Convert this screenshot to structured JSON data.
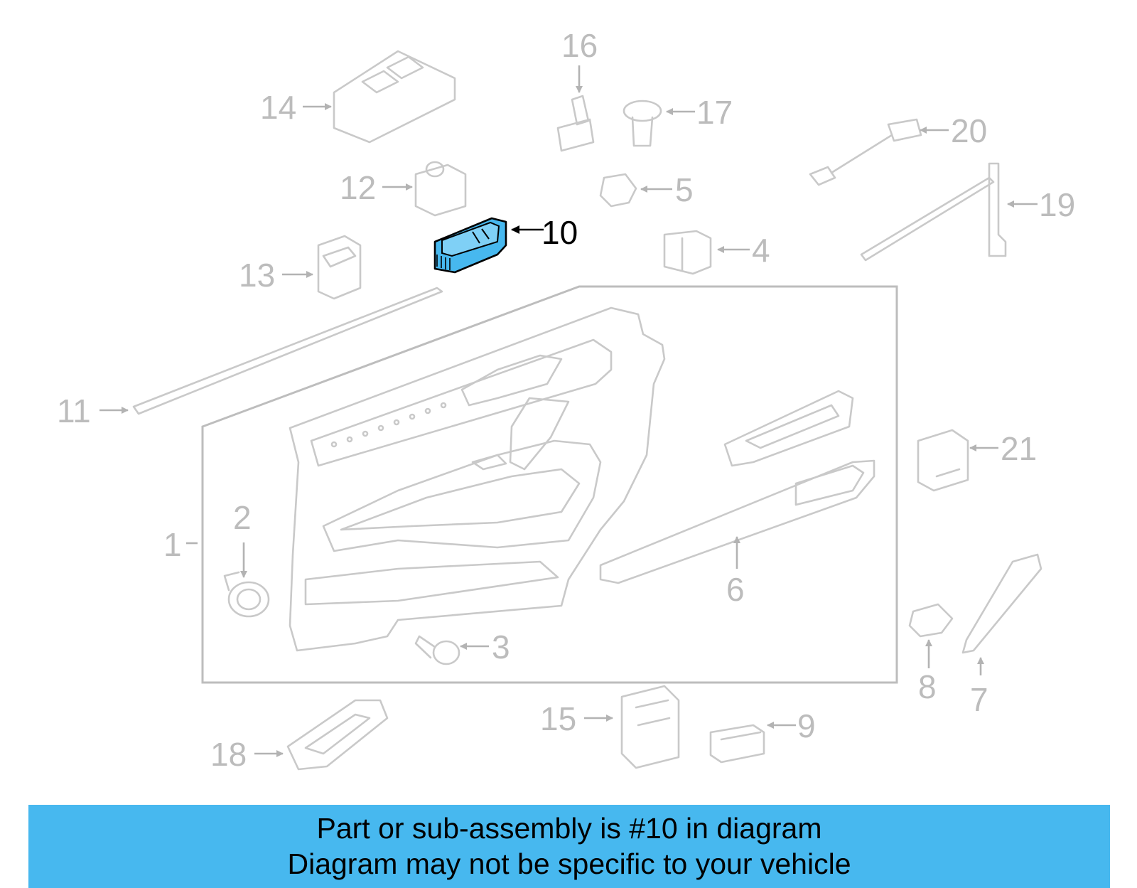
{
  "diagram": {
    "highlight_color": "#47b8ef",
    "callouts": [
      "1",
      "2",
      "3",
      "4",
      "5",
      "6",
      "7",
      "8",
      "9",
      "10",
      "11",
      "12",
      "13",
      "14",
      "15",
      "16",
      "17",
      "18",
      "19",
      "20",
      "21"
    ],
    "highlighted_callout": "10"
  },
  "banner": {
    "line1": "Part or sub-assembly is #10 in diagram",
    "line2": "Diagram may not be specific to your vehicle",
    "background": "#47b8ef"
  }
}
